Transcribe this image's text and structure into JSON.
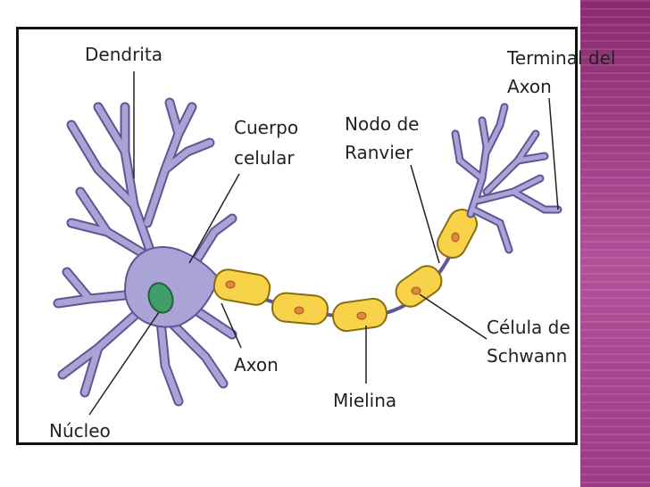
{
  "labels": {
    "dendrita": "Dendrita",
    "cuerpo_1": "Cuerpo",
    "cuerpo_2": "celular",
    "nodo_1": "Nodo de",
    "nodo_2": "Ranvier",
    "terminal_1": "Terminal del",
    "terminal_2": "Axon",
    "axon": "Axon",
    "mielina": "Mielina",
    "nucleo": "Núcleo",
    "schwann_1": "Célula de",
    "schwann_2": "Schwann"
  },
  "colors": {
    "neuron": "#a9a3d6",
    "neuron_stroke": "#5d5697",
    "nucleus": "#3f9e6a",
    "myelin": "#f8d34a",
    "myelin_stroke": "#8a6d10",
    "schwann_dot": "#e0873a",
    "accent_bar": "#9b3b85"
  }
}
